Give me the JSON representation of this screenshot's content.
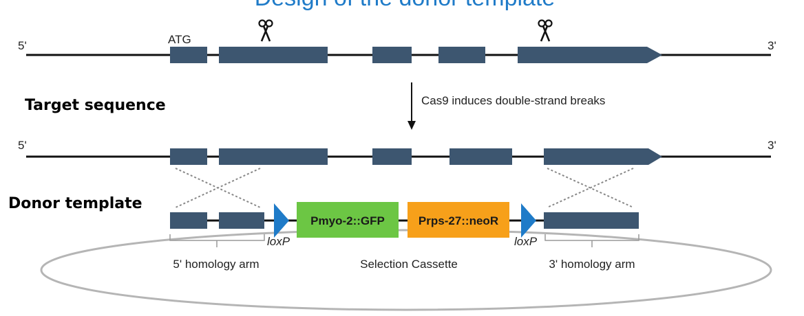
{
  "title": "Design of the donor template",
  "labels": {
    "five_prime": "5'",
    "three_prime": "3'",
    "atg": "ATG",
    "cas9_note": "Cas9 induces double-strand breaks",
    "target_sequence": "Target sequence",
    "donor_template": "Donor template",
    "loxp": "loxP",
    "homology_5": "5' homology arm",
    "selection_cassette": "Selection Cassette",
    "homology_3": "3' homology arm"
  },
  "cassette": {
    "gfp_label": "Pmyo-2::GFP",
    "neo_label": "Prps-27::neoR"
  },
  "icons": {
    "scissors": "scissors-icon",
    "loxp_site": "triangle"
  },
  "colors": {
    "title": "#1f7bc8",
    "exon": "#3d5670",
    "gfp": "#6cc644",
    "neo": "#f7a01a",
    "loxp": "#1f7bc8",
    "plasmid": "#b5b5b5"
  }
}
